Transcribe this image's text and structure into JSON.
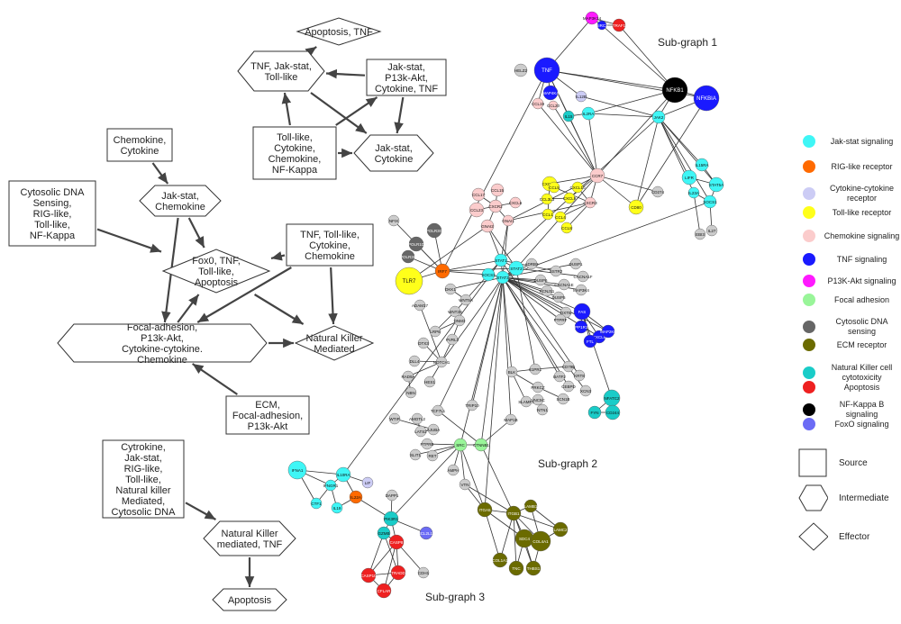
{
  "flow_nodes": [
    {
      "id": "n1",
      "shape": "diamond",
      "lines": [
        "Apoptosis, TNF"
      ]
    },
    {
      "id": "n2",
      "shape": "hexagon",
      "lines": [
        "TNF, Jak-stat,",
        "Toll-like"
      ]
    },
    {
      "id": "n3",
      "shape": "rect",
      "lines": [
        "Jak-stat,",
        "P13k-Akt,",
        "Cytokine, TNF"
      ]
    },
    {
      "id": "n4",
      "shape": "rect",
      "lines": [
        "Toll-like,",
        "Cytokine,",
        "Chemokine,",
        "NF-Kappa"
      ]
    },
    {
      "id": "n5",
      "shape": "hexagon",
      "lines": [
        "Jak-stat,",
        "Cytokine"
      ]
    },
    {
      "id": "n6",
      "shape": "rect",
      "lines": [
        "Chemokine,",
        "Cytokine"
      ]
    },
    {
      "id": "n7",
      "shape": "hexagon",
      "lines": [
        "Jak-stat,",
        "Chemokine"
      ]
    },
    {
      "id": "n8",
      "shape": "rect",
      "lines": [
        "Cytosolic DNA",
        "Sensing,",
        "RIG-like,",
        "Toll-like,",
        "NF-Kappa"
      ]
    },
    {
      "id": "n9",
      "shape": "diamond",
      "lines": [
        "Fox0, TNF,",
        "Toll-like,",
        "Apoptosis"
      ]
    },
    {
      "id": "n10",
      "shape": "rect",
      "lines": [
        "TNF, Toll-like,",
        "Cytokine,",
        "Chemokine"
      ]
    },
    {
      "id": "n11",
      "shape": "hexagon",
      "lines": [
        "Focal-adhesion,",
        "P13k-Akt,",
        "Cytokine-cytokine.",
        "Chemokine"
      ]
    },
    {
      "id": "n12",
      "shape": "diamond",
      "lines": [
        "Natural Killer",
        "Mediated"
      ]
    },
    {
      "id": "n13",
      "shape": "rect",
      "lines": [
        "ECM,",
        "Focal-adhesion,",
        "P13k-Akt"
      ]
    },
    {
      "id": "n14",
      "shape": "rect",
      "lines": [
        "Cytrokine,",
        "Jak-stat,",
        "RIG-like,",
        "Toll-like,",
        "Natural killer",
        "Mediated,",
        "Cytosolic DNA"
      ]
    },
    {
      "id": "n15",
      "shape": "hexagon",
      "lines": [
        "Natural Killer",
        "mediated, TNF"
      ]
    },
    {
      "id": "n16",
      "shape": "hexagon",
      "lines": [
        "Apoptosis"
      ]
    }
  ],
  "flow_edges": [
    [
      "n2",
      "n1"
    ],
    [
      "n3",
      "n2"
    ],
    [
      "n4",
      "n2"
    ],
    [
      "n4",
      "n3"
    ],
    [
      "n4",
      "n5"
    ],
    [
      "n3",
      "n5"
    ],
    [
      "n2",
      "n5"
    ],
    [
      "n6",
      "n7"
    ],
    [
      "n7",
      "n9"
    ],
    [
      "n8",
      "n9"
    ],
    [
      "n10",
      "n9"
    ],
    [
      "n10",
      "n12"
    ],
    [
      "n10",
      "n11"
    ],
    [
      "n9",
      "n12"
    ],
    [
      "n11",
      "n12"
    ],
    [
      "n11",
      "n9"
    ],
    [
      "n7",
      "n11"
    ],
    [
      "n13",
      "n11"
    ],
    [
      "n14",
      "n15"
    ],
    [
      "n15",
      "n16"
    ]
  ],
  "subgraph_titles": [
    "Sub-graph 1",
    "Sub-graph 2",
    "Sub-graph 3"
  ],
  "legend": [
    {
      "label": "Jak-stat signaling",
      "color": "#3ff6f6"
    },
    {
      "label": "RIG-like receptor",
      "color": "#ff6a00"
    },
    {
      "label": "Cytokine-cytokine receptor",
      "color": "#ccccf5"
    },
    {
      "label": "Toll-like receptor",
      "color": "#ffff1a"
    },
    {
      "label": "Chemokine signaling",
      "color": "#fbcccc"
    },
    {
      "label": "TNF signaling",
      "color": "#1a1aff"
    },
    {
      "label": "P13K-Akt signaling",
      "color": "#ff1aff"
    },
    {
      "label": "Focal adhesion",
      "color": "#99f599"
    },
    {
      "label": "Cytosolic DNA sensing",
      "color": "#666666"
    },
    {
      "label": "ECM receptor",
      "color": "#6b6b00"
    },
    {
      "label": "Natural Killer cell cytotoxicity",
      "color": "#1accc8"
    },
    {
      "label": "Apoptosis",
      "color": "#ee2020"
    },
    {
      "label": "NF-Kappa B signaling",
      "color": "#000000"
    },
    {
      "label": "FoxO signaling",
      "color": "#6b6bf5"
    }
  ],
  "shape_legend": [
    {
      "label": "Source",
      "shape": "rect"
    },
    {
      "label": "Intermediate",
      "shape": "hexagon"
    },
    {
      "label": "Effector",
      "shape": "diamond"
    }
  ],
  "genes": [
    {
      "id": "MAP3K14",
      "color": "#ff1aff"
    },
    {
      "id": "BIRC3",
      "color": "#1a1aff"
    },
    {
      "id": "TRAF1",
      "color": "#ee2020"
    },
    {
      "id": "HELZ2",
      "color": "#cccccc"
    },
    {
      "id": "TNF",
      "color": "#1a1aff"
    },
    {
      "id": "MAP4K4",
      "color": "#1a1aff"
    },
    {
      "id": "NFKB1",
      "color": "#000000"
    },
    {
      "id": "NFKBIA",
      "color": "#1a1aff"
    },
    {
      "id": "CCL19",
      "color": "#fbcccc"
    },
    {
      "id": "CCL20",
      "color": "#fbcccc"
    },
    {
      "id": "IL15",
      "color": "#1accc8"
    },
    {
      "id": "IL2RA",
      "color": "#3ff6f6"
    },
    {
      "id": "IL12B",
      "color": "#ccccf5"
    },
    {
      "id": "JAK2",
      "color": "#3ff6f6"
    },
    {
      "id": "LIFR",
      "color": "#3ff6f6"
    },
    {
      "id": "STAT5A",
      "color": "#3ff6f6"
    },
    {
      "id": "IL15RA",
      "color": "#3ff6f6"
    },
    {
      "id": "IL23A",
      "color": "#3ff6f6"
    },
    {
      "id": "SOCS1",
      "color": "#3ff6f6"
    },
    {
      "id": "CD274",
      "color": "#cccccc"
    },
    {
      "id": "EBI3",
      "color": "#cccccc"
    },
    {
      "id": "IL27",
      "color": "#cccccc"
    },
    {
      "id": "CCR7",
      "color": "#fbcccc"
    },
    {
      "id": "CXCL11",
      "color": "#ffff1a"
    },
    {
      "id": "CXCL9",
      "color": "#ffff1a"
    },
    {
      "id": "CXCL10",
      "color": "#ffff1a"
    },
    {
      "id": "CCL1",
      "color": "#ffff1a"
    },
    {
      "id": "CCL3L3",
      "color": "#ffff1a"
    },
    {
      "id": "CCL4",
      "color": "#ffff1a"
    },
    {
      "id": "CCL5",
      "color": "#ffff1a"
    },
    {
      "id": "CCL8",
      "color": "#ffff1a"
    },
    {
      "id": "CXCR3",
      "color": "#fbcccc"
    },
    {
      "id": "CD80",
      "color": "#ffff1a"
    },
    {
      "id": "CCL17",
      "color": "#fbcccc"
    },
    {
      "id": "CCL15",
      "color": "#fbcccc"
    },
    {
      "id": "CXCL6",
      "color": "#fbcccc"
    },
    {
      "id": "CCL23",
      "color": "#fbcccc"
    },
    {
      "id": "CXCR2",
      "color": "#fbcccc"
    },
    {
      "id": "GNAI1",
      "color": "#fbcccc"
    },
    {
      "id": "GNAI2",
      "color": "#fbcccc"
    },
    {
      "id": "TLR7",
      "color": "#ffff1a"
    },
    {
      "id": "NFIX",
      "color": "#cccccc"
    },
    {
      "id": "POLR3G",
      "color": "#666666"
    },
    {
      "id": "POLR1D",
      "color": "#666666"
    },
    {
      "id": "POLR3C",
      "color": "#666666"
    },
    {
      "id": "IRF7",
      "color": "#ff6a00"
    },
    {
      "id": "STAT1",
      "color": "#3ff6f6"
    },
    {
      "id": "STAT2",
      "color": "#3ff6f6"
    },
    {
      "id": "SOCS3",
      "color": "#3ff6f6"
    },
    {
      "id": "STAT3",
      "color": "#3ff6f6"
    },
    {
      "id": "DKK1",
      "color": "#cccccc"
    },
    {
      "id": "WNT5A",
      "color": "#cccccc"
    },
    {
      "id": "WNT2B",
      "color": "#cccccc"
    },
    {
      "id": "ADAM17",
      "color": "#cccccc"
    },
    {
      "id": "LRP6",
      "color": "#cccccc"
    },
    {
      "id": "DNM3",
      "color": "#cccccc"
    },
    {
      "id": "PVRL3",
      "color": "#cccccc"
    },
    {
      "id": "DTX3",
      "color": "#cccccc"
    },
    {
      "id": "NOTCH1",
      "color": "#cccccc"
    },
    {
      "id": "DLL4",
      "color": "#cccccc"
    },
    {
      "id": "RAD9A",
      "color": "#cccccc"
    },
    {
      "id": "HES1",
      "color": "#cccccc"
    },
    {
      "id": "NBN",
      "color": "#cccccc"
    },
    {
      "id": "ADRB2",
      "color": "#cccccc"
    },
    {
      "id": "SSTR2",
      "color": "#cccccc"
    },
    {
      "id": "DUSP1",
      "color": "#cccccc"
    },
    {
      "id": "DUSP6",
      "color": "#cccccc"
    },
    {
      "id": "KCNJ11",
      "color": "#cccccc"
    },
    {
      "id": "DUSP5",
      "color": "#cccccc"
    },
    {
      "id": "CACNA1F",
      "color": "#cccccc"
    },
    {
      "id": "CACNA1E",
      "color": "#cccccc"
    },
    {
      "id": "MAP3K4",
      "color": "#cccccc"
    },
    {
      "id": "DXTB",
      "color": "#cccccc"
    },
    {
      "id": "PTPRF",
      "color": "#cccccc"
    },
    {
      "id": "CD79B",
      "color": "#cccccc"
    },
    {
      "id": "KRT8",
      "color": "#cccccc"
    },
    {
      "id": "BATF2",
      "color": "#cccccc"
    },
    {
      "id": "CEBPD",
      "color": "#cccccc"
    },
    {
      "id": "XCN3",
      "color": "#cccccc"
    },
    {
      "id": "PRKCZ",
      "color": "#cccccc"
    },
    {
      "id": "SCN1B",
      "color": "#cccccc"
    },
    {
      "id": "UNC5C",
      "color": "#cccccc"
    },
    {
      "id": "NTN1",
      "color": "#cccccc"
    },
    {
      "id": "SLAMF1",
      "color": "#cccccc"
    },
    {
      "id": "BLK",
      "color": "#cccccc"
    },
    {
      "id": "S1PR1",
      "color": "#cccccc"
    },
    {
      "id": "NFATC2",
      "color": "#1accc8"
    },
    {
      "id": "FYN",
      "color": "#1accc8"
    },
    {
      "id": "CD244",
      "color": "#1accc8"
    },
    {
      "id": "CXCL8",
      "color": "#1a1aff"
    },
    {
      "id": "FAS",
      "color": "#1a1aff"
    },
    {
      "id": "MAP2K6",
      "color": "#1a1aff"
    },
    {
      "id": "PPP1R15",
      "color": "#1a1aff"
    },
    {
      "id": "FTL",
      "color": "#1a1aff"
    },
    {
      "id": "MAP1B",
      "color": "#cccccc"
    },
    {
      "id": "TRIP10",
      "color": "#cccccc"
    },
    {
      "id": "TCF7L1",
      "color": "#cccccc"
    },
    {
      "id": "AMOTL2",
      "color": "#cccccc"
    },
    {
      "id": "LATS2",
      "color": "#cccccc"
    },
    {
      "id": "AJUBA",
      "color": "#cccccc"
    },
    {
      "id": "WTIP",
      "color": "#cccccc"
    },
    {
      "id": "PTPRB",
      "color": "#cccccc"
    },
    {
      "id": "SLIT1",
      "color": "#cccccc"
    },
    {
      "id": "RET",
      "color": "#cccccc"
    },
    {
      "id": "SRC",
      "color": "#99f599"
    },
    {
      "id": "CTNNB1",
      "color": "#99f599"
    },
    {
      "id": "AMPH",
      "color": "#cccccc"
    },
    {
      "id": "VTN",
      "color": "#cccccc"
    },
    {
      "id": "ITGA5",
      "color": "#6b6b00"
    },
    {
      "id": "ITGB1",
      "color": "#6b6b00"
    },
    {
      "id": "LAMB1",
      "color": "#6b6b00"
    },
    {
      "id": "COL1A1",
      "color": "#6b6b00"
    },
    {
      "id": "TNC",
      "color": "#6b6b00"
    },
    {
      "id": "THBS1",
      "color": "#6b6b00"
    },
    {
      "id": "SDC4",
      "color": "#6b6b00"
    },
    {
      "id": "COL4A1",
      "color": "#6b6b00"
    },
    {
      "id": "LAMC2",
      "color": "#6b6b00"
    },
    {
      "id": "IFNA1",
      "color": "#3ff6f6"
    },
    {
      "id": "IL10RA",
      "color": "#3ff6f6"
    },
    {
      "id": "IFNGR1",
      "color": "#3ff6f6"
    },
    {
      "id": "LIF",
      "color": "#ccccf5"
    },
    {
      "id": "IL22A",
      "color": "#ff6a00"
    },
    {
      "id": "CTF1",
      "color": "#3ff6f6"
    },
    {
      "id": "IL19",
      "color": "#3ff6f6"
    },
    {
      "id": "DAPP1",
      "color": "#cccccc"
    },
    {
      "id": "PIK3R1",
      "color": "#1accc8"
    },
    {
      "id": "GZMB",
      "color": "#1accc8"
    },
    {
      "id": "BCL2L11",
      "color": "#6b6bf5"
    },
    {
      "id": "CASP8",
      "color": "#ee2020"
    },
    {
      "id": "CDH1",
      "color": "#cccccc"
    },
    {
      "id": "CASP10",
      "color": "#ee2020"
    },
    {
      "id": "CFLAR",
      "color": "#ee2020"
    },
    {
      "id": "TRADD",
      "color": "#ee2020"
    }
  ]
}
